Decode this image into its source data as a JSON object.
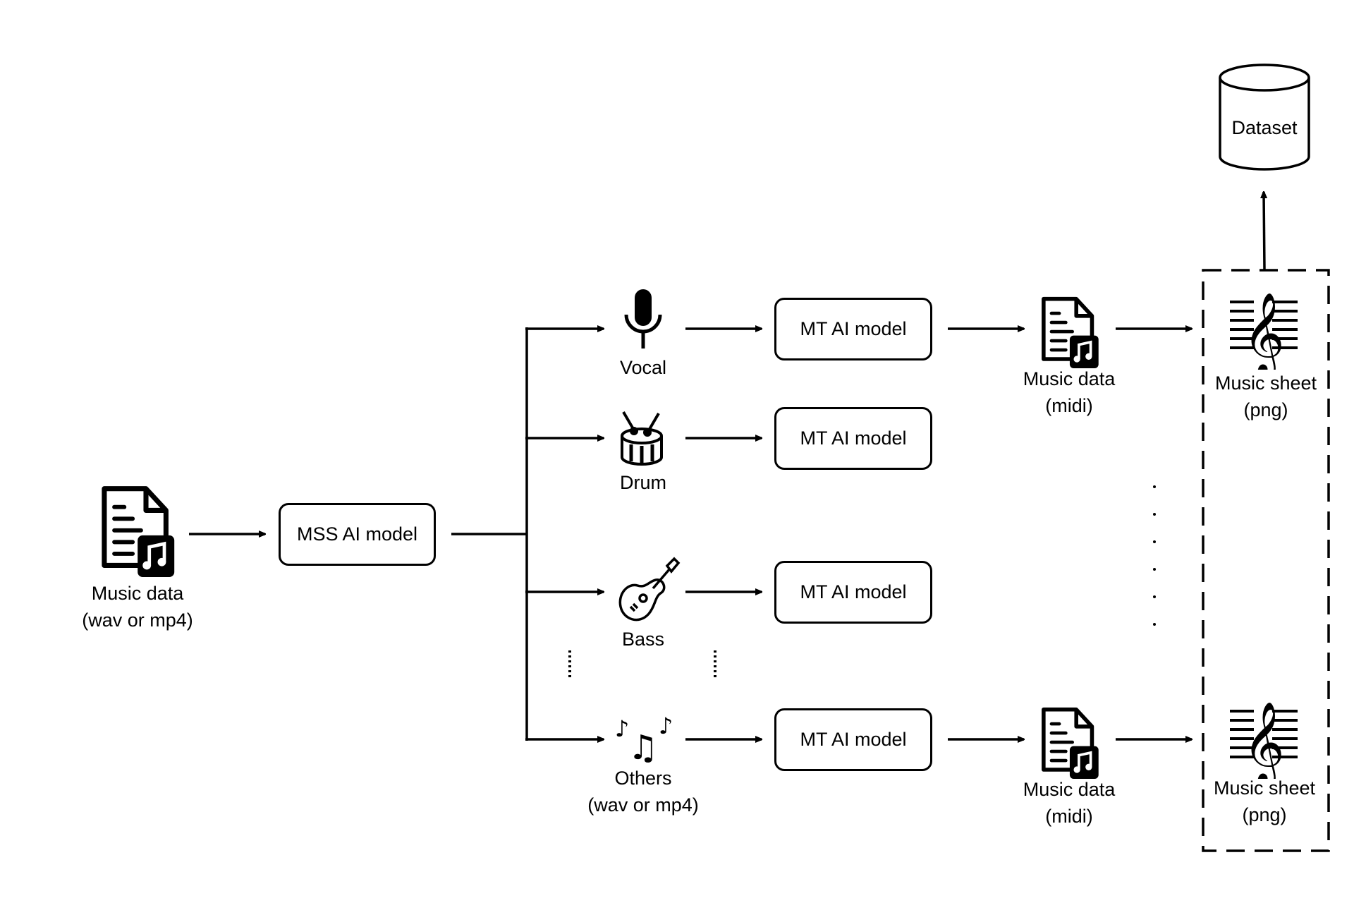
{
  "diagram": {
    "input": {
      "icon": "music-file-icon",
      "label_line1": "Music data",
      "label_line2": "(wav or mp4)"
    },
    "mss_model": {
      "label": "MSS AI model"
    },
    "stems": [
      {
        "icon": "microphone-icon",
        "label_line1": "Vocal",
        "label_line2": "",
        "model": "MT AI model"
      },
      {
        "icon": "drum-icon",
        "label_line1": "Drum",
        "label_line2": "",
        "model": "MT AI model"
      },
      {
        "icon": "guitar-icon",
        "label_line1": "Bass",
        "label_line2": "",
        "model": "MT AI model"
      },
      {
        "icon": "music-notes-icon",
        "label_line1": "Others",
        "label_line2": "(wav or mp4)",
        "model": "MT AI model"
      }
    ],
    "midi_outputs": [
      {
        "icon": "music-file-icon",
        "label_line1": "Music data",
        "label_line2": "(midi)"
      },
      {
        "icon": "music-file-icon",
        "label_line1": "Music data",
        "label_line2": "(midi)"
      }
    ],
    "sheet_outputs": [
      {
        "icon": "treble-clef-sheet-icon",
        "label_line1": "Music sheet",
        "label_line2": "(png)"
      },
      {
        "icon": "treble-clef-sheet-icon",
        "label_line1": "Music sheet",
        "label_line2": "(png)"
      }
    ],
    "dataset": {
      "icon": "database-cylinder-icon",
      "label": "Dataset"
    }
  }
}
